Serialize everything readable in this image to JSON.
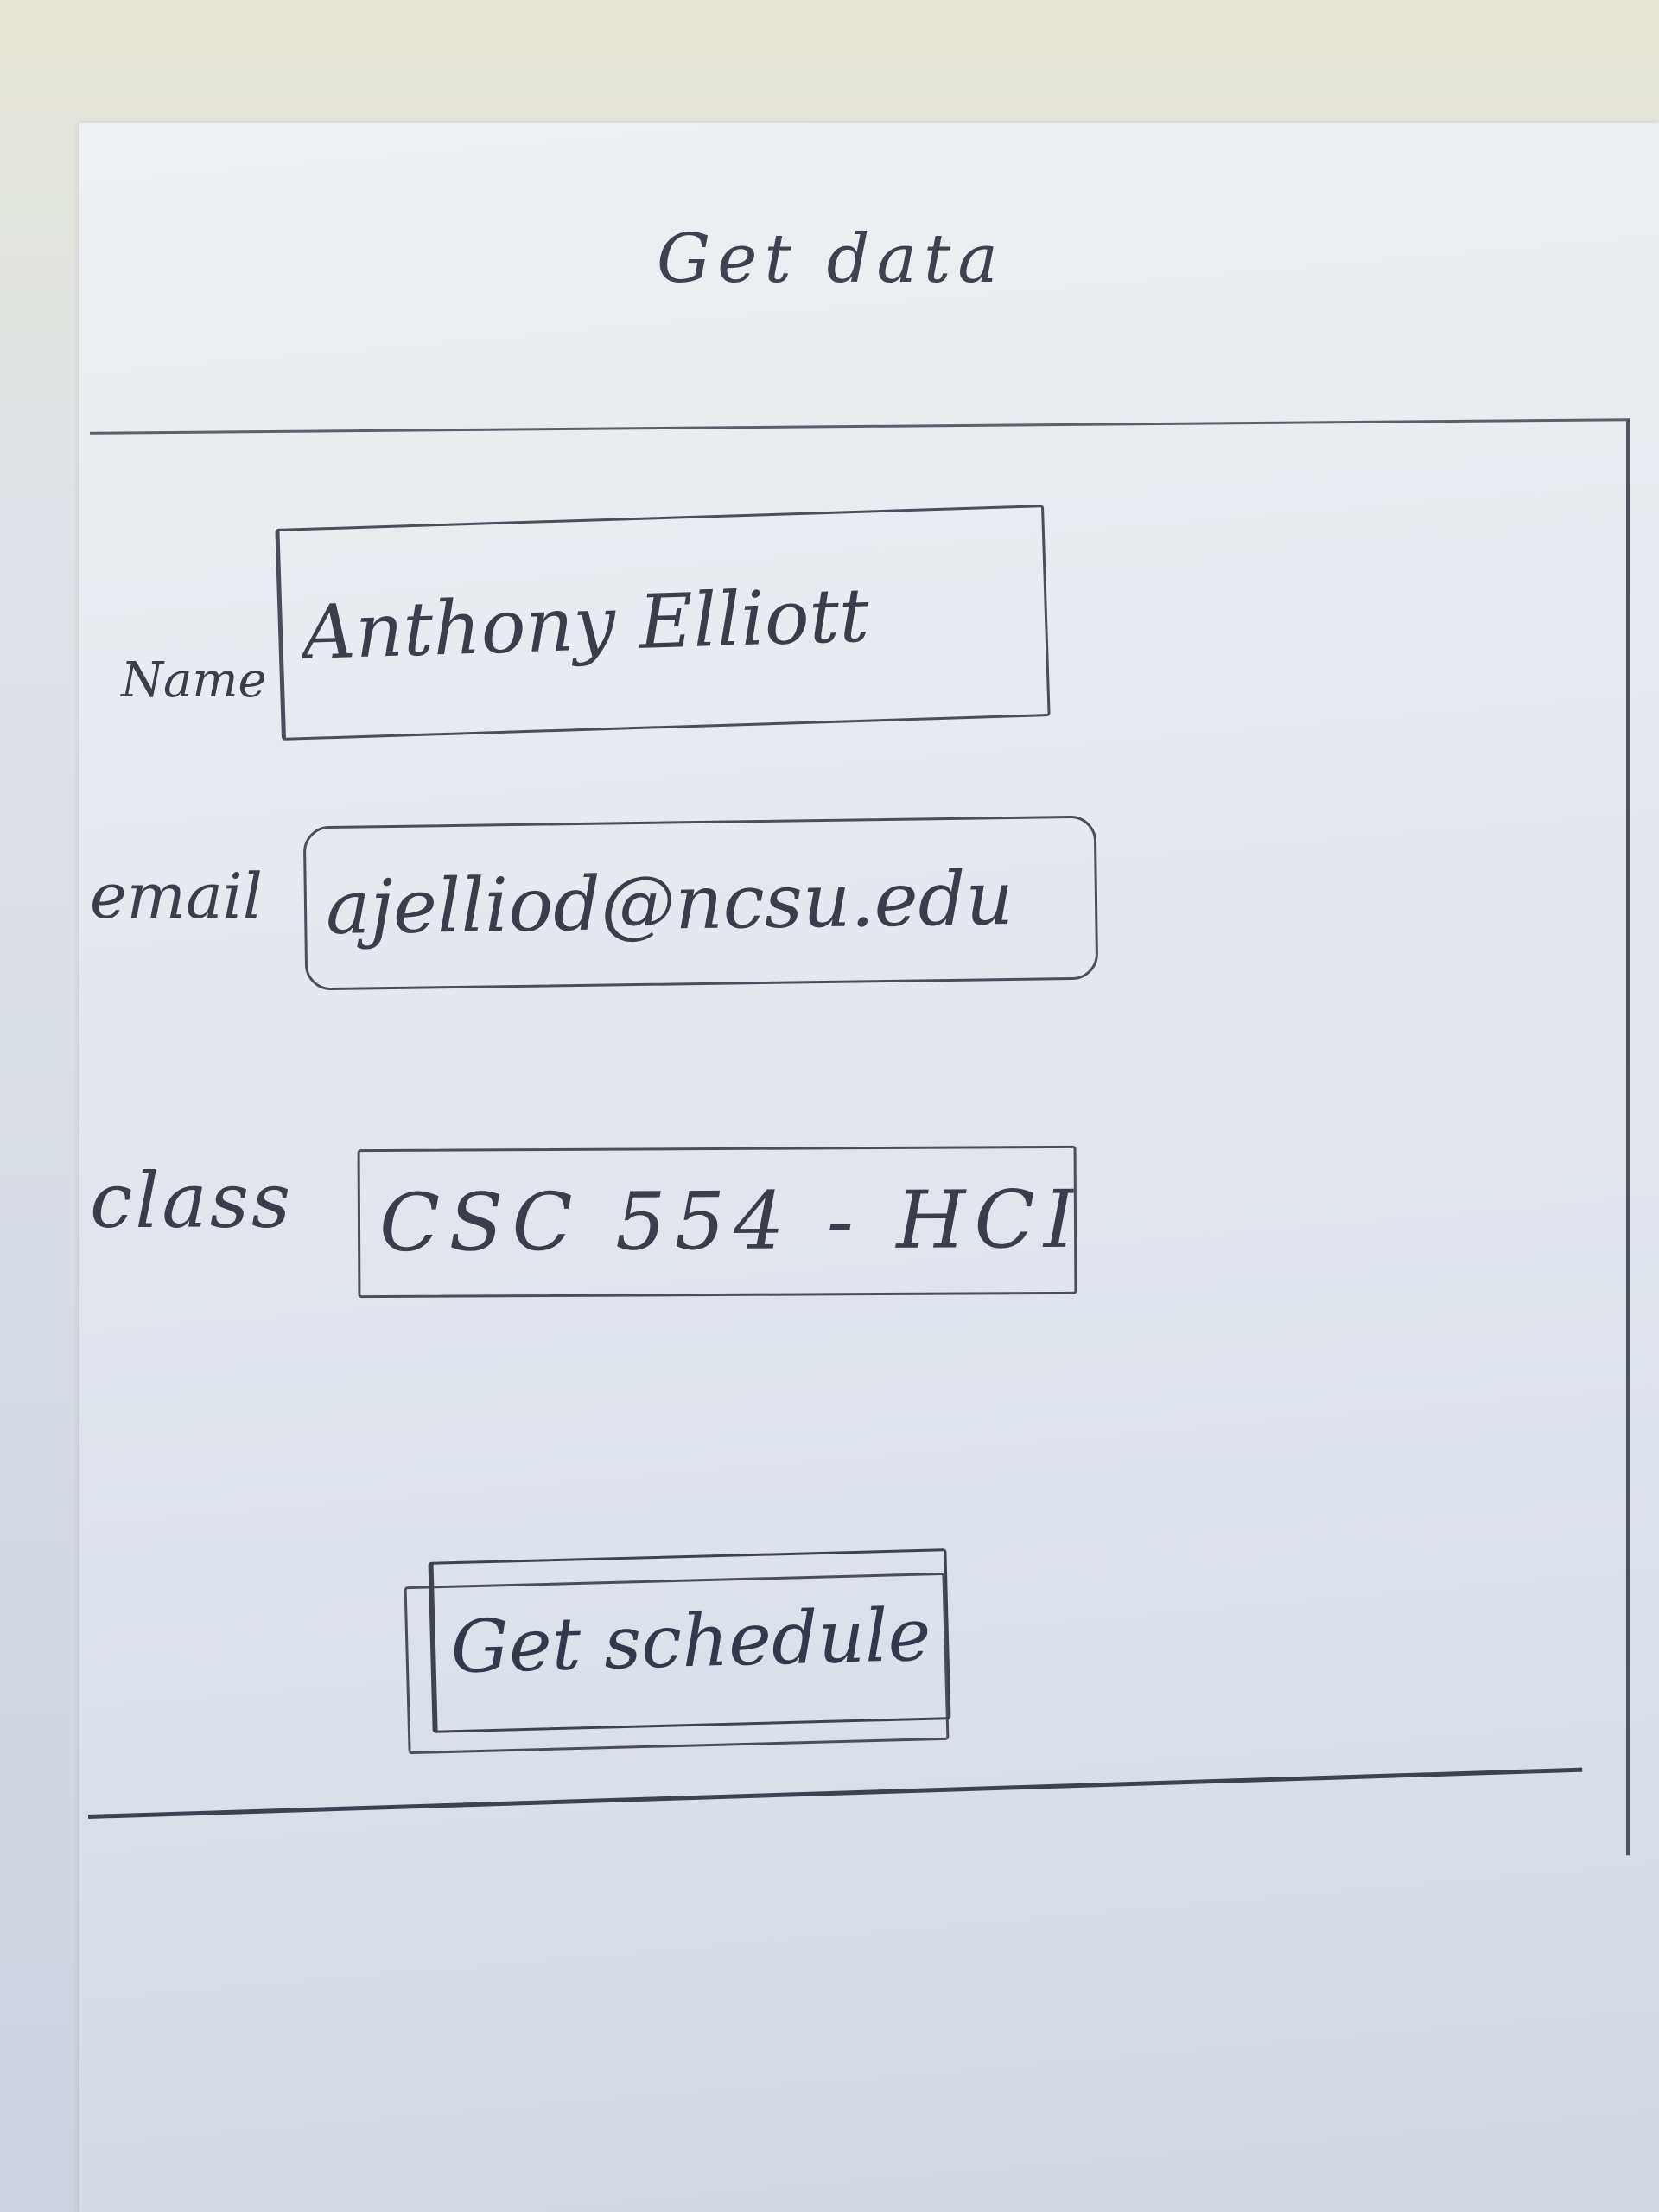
{
  "screen": {
    "title": "Get data"
  },
  "form": {
    "name": {
      "label": "Name",
      "value": "Anthony Elliott"
    },
    "email": {
      "label": "email",
      "value": "ajelliod@ncsu.edu"
    },
    "class": {
      "label": "class",
      "value": "CSC 554 - HCI"
    },
    "submit_label": "Get schedule"
  }
}
